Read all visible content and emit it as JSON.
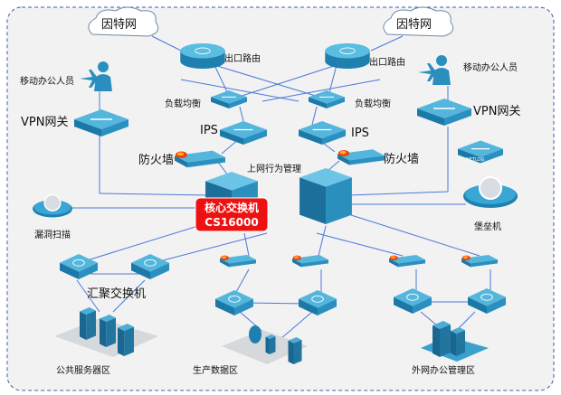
{
  "diagram": {
    "internet_left": "因特网",
    "internet_right": "因特网",
    "router_left": "出口路由",
    "router_right": "出口路由",
    "lb_left": "负载均衡",
    "lb_right": "负载均衡",
    "ips_left": "IPS",
    "ips_right": "IPS",
    "firewall_left": "防火墙",
    "firewall_right": "防火墙",
    "behavior_mgmt": "上网行为管理",
    "mobile_left": "移动办公人员",
    "mobile_right": "移动办公人员",
    "vpn_left": "VPN网关",
    "vpn_right": "VPN网关",
    "core_title": "核心交换机",
    "core_model": "CS16000",
    "vuln_scan": "漏洞扫描",
    "netlog": "NETLOG",
    "bastion": "堡垒机",
    "aggregation": "汇聚交换机",
    "zone_public": "公共服务器区",
    "zone_production": "生产数据区",
    "zone_office": "外网办公管理区"
  },
  "colors": {
    "link": "#4a78d8",
    "device": "#2a8fbf",
    "core_label": "#ee1111",
    "frame": "#3a5fa8"
  }
}
